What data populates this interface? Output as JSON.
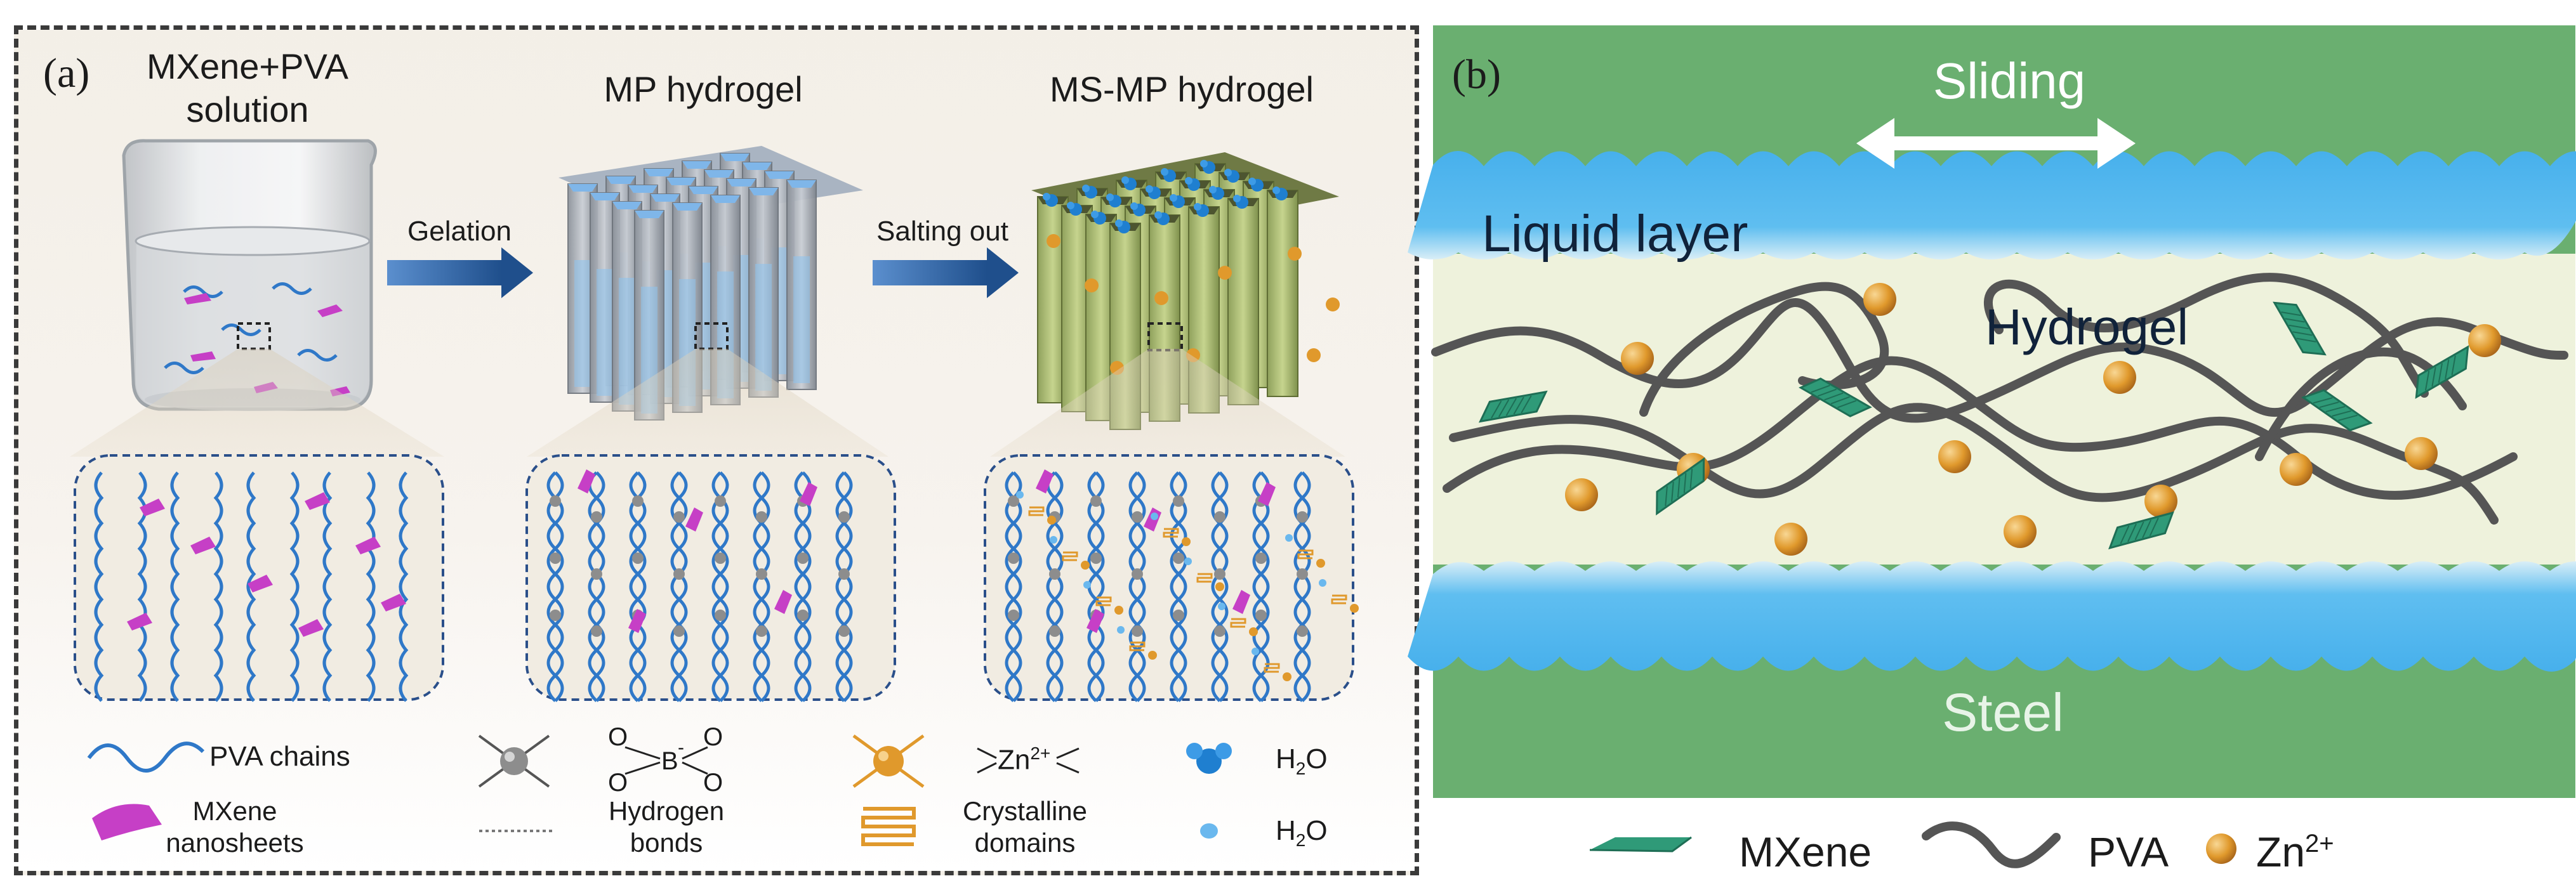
{
  "panel_a": {
    "label": "(a)",
    "stage1_title_line1": "MXene+PVA",
    "stage1_title_line2": "solution",
    "stage2_title": "MP hydrogel",
    "stage3_title": "MS-MP hydrogel",
    "arrow1_label": "Gelation",
    "arrow2_label": "Salting out",
    "legend": {
      "pva_chains": "PVA chains",
      "mxene_line1": "MXene",
      "mxene_line2": "nanosheets",
      "hbond_line1": "Hydrogen",
      "hbond_line2": "bonds",
      "zn_symbol": "Zn",
      "zn_sup": "2+",
      "cryst_line1": "Crystalline",
      "cryst_line2": "domains",
      "water1": "H",
      "water1_sub": "2",
      "water1_tail": "O",
      "water2": "H",
      "water2_sub": "2",
      "water2_tail": "O",
      "borate_B": "B",
      "borate_O": "O",
      "borate_minus": "-"
    }
  },
  "panel_b": {
    "label": "(b)",
    "sliding": "Sliding",
    "liquid_layer": "Liquid layer",
    "hydrogel": "Hydrogel",
    "steel": "Steel",
    "legend": {
      "mxene": "MXene",
      "pva": "PVA",
      "zn": "Zn",
      "zn_sup": "2+"
    }
  },
  "colors": {
    "steel_green": "#6aaf70",
    "liquid_blue": "#4fb6ee",
    "hydrogel_bg": "#eef2dc",
    "pva_gray": "#555555",
    "zn_orange": "#e0992c",
    "mxene_green": "#2f9a78",
    "chain_blue": "#2f78c8",
    "mxene_magenta": "#c63fc6",
    "arrow_navy": "#1f4f8c"
  }
}
